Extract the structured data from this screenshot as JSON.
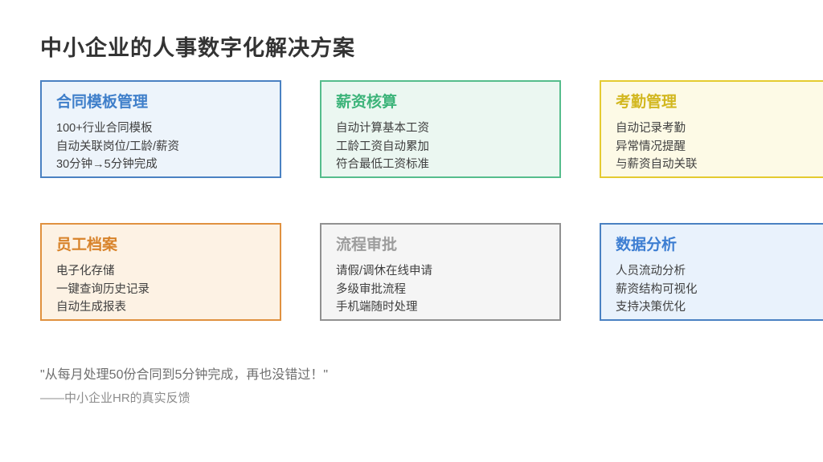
{
  "slide": {
    "title": "中小企业的人事数字化解决方案",
    "cards": [
      {
        "id": "contract-template-management",
        "title": "合同模板管理",
        "lines": [
          "100+行业合同模板",
          "自动关联岗位/工龄/薪资",
          "30分钟→5分钟完成"
        ],
        "colors": {
          "border": "#4a81c2",
          "background": "#edf4fb",
          "title": "#3f7fca"
        }
      },
      {
        "id": "payroll-calculation",
        "title": "薪资核算",
        "lines": [
          "自动计算基本工资",
          "工龄工资自动累加",
          "符合最低工资标准"
        ],
        "colors": {
          "border": "#55bd8c",
          "background": "#ebf7f1",
          "title": "#3db47a"
        }
      },
      {
        "id": "attendance-management",
        "title": "考勤管理",
        "lines": [
          "自动记录考勤",
          "异常情况提醒",
          "与薪资自动关联"
        ],
        "colors": {
          "border": "#e4cb30",
          "background": "#fdfae6",
          "title": "#d2b71e"
        }
      },
      {
        "id": "employee-archive",
        "title": "员工档案",
        "lines": [
          "电子化存储",
          "一键查询历史记录",
          "自动生成报表"
        ],
        "colors": {
          "border": "#e0913f",
          "background": "#fdf2e4",
          "title": "#d8832a"
        }
      },
      {
        "id": "process-approval",
        "title": "流程审批",
        "lines": [
          "请假/调休在线申请",
          "多级审批流程",
          "手机端随时处理"
        ],
        "colors": {
          "border": "#919191",
          "background": "#f5f5f5",
          "title": "#9d9d9d"
        }
      },
      {
        "id": "data-analytics",
        "title": "数据分析",
        "lines": [
          "人员流动分析",
          "薪资结构可视化",
          "支持决策优化"
        ],
        "colors": {
          "border": "#4a81c2",
          "background": "#e9f2fc",
          "title": "#3d7ed2"
        }
      }
    ],
    "quote": "\"从每月处理50份合同到5分钟完成，再也没错过！\"",
    "attribution": "——中小企业HR的真实反馈"
  }
}
